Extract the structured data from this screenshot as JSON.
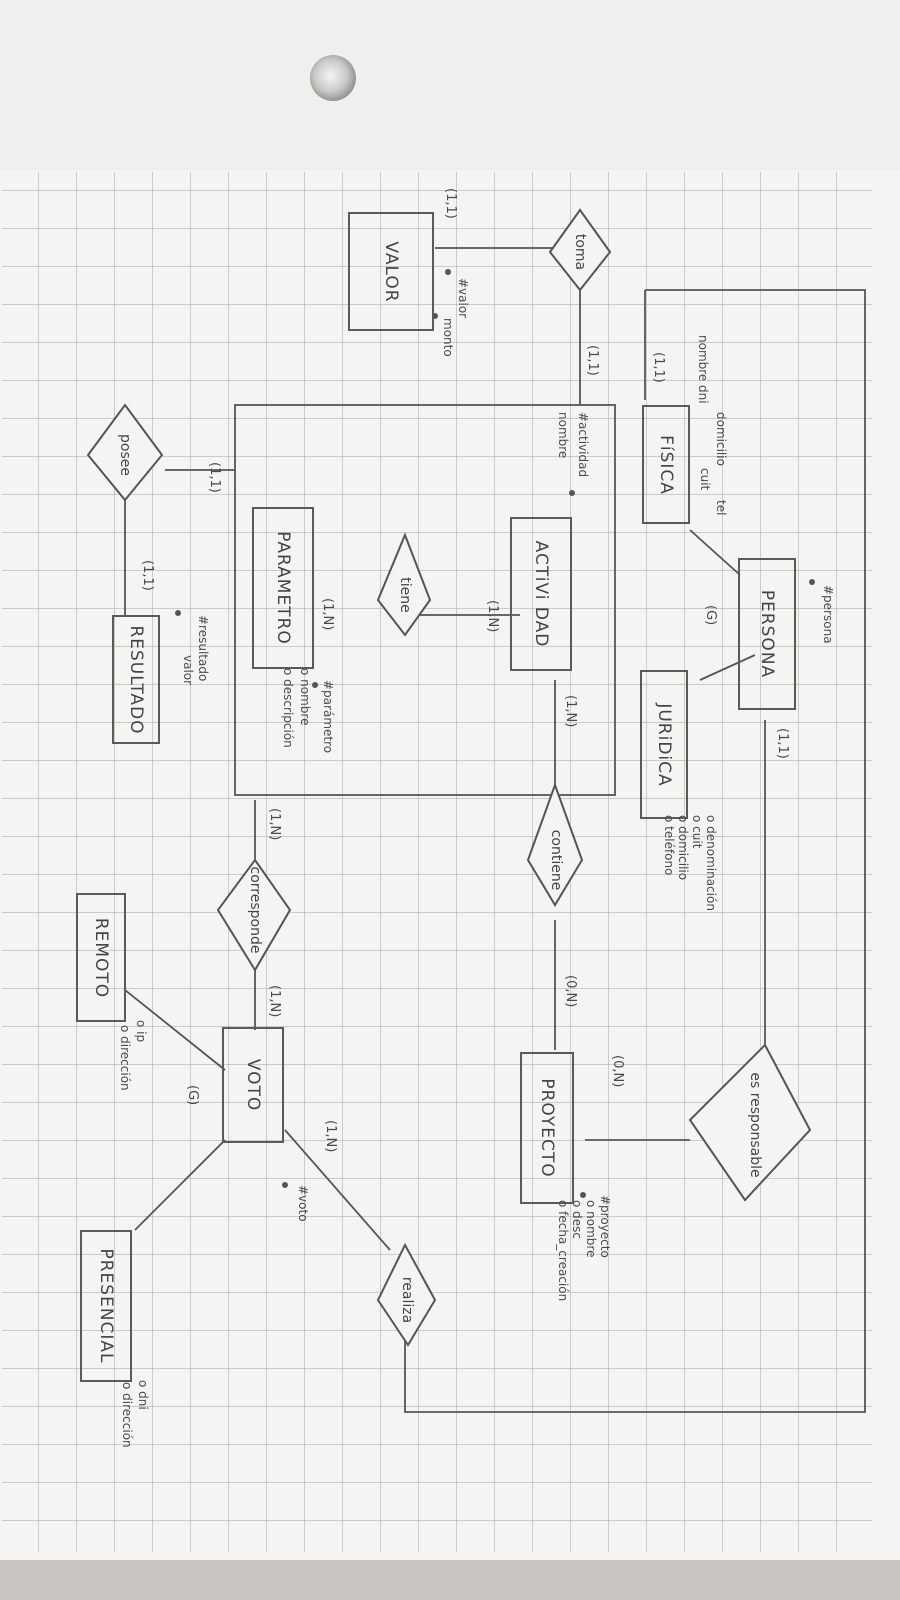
{
  "diagram": {
    "entities": {
      "persona": "PERSONA",
      "fisica": "FíSICA",
      "juridica": "JURiDiCA",
      "actividad": "ACTiVi DAD",
      "parametro": "PARAMETRO",
      "proyecto": "PROYECTO",
      "voto": "VOTO",
      "remoto": "REMOTO",
      "presencial": "PRESENCIAL",
      "valor": "VALOR",
      "resultado": "RESULTADO"
    },
    "relations": {
      "toma": "toma",
      "posee": "posee",
      "tiene": "tiene",
      "contiene": "contiene",
      "corresponde": "corresponde",
      "es_responsable": "es responsable",
      "realiza": "realiza"
    },
    "attributes": {
      "persona": [
        "#persona"
      ],
      "fisica": [
        "nombre",
        "dni",
        "domicilio",
        "cuit",
        "tel"
      ],
      "juridica": [
        "o denominación",
        "o cuit",
        "o domicilio",
        "o teléfono"
      ],
      "actividad": [
        "#actividad",
        "nombre"
      ],
      "parametro": [
        "#parámetro",
        "o nombre",
        "o descripción"
      ],
      "proyecto": [
        "#proyecto",
        "o nombre",
        "o desc",
        "o fecha_creación"
      ],
      "voto": [
        "#voto"
      ],
      "remoto": [
        "o ip",
        "o dirección"
      ],
      "presencial": [
        "o dni",
        "o dirección"
      ],
      "valor": [
        "#valor",
        "monto"
      ],
      "resultado": [
        "#resultado",
        "valor"
      ]
    },
    "cardinalities": {
      "valor_toma": "(1,1)",
      "toma_persona": "(1,1)",
      "toma_actividad": "(1,1)",
      "fisica": "(1,1)",
      "persona_generalization": "(G)",
      "actividad_tiene": "(1,N)",
      "parametro_tiene": "(1,N)",
      "actividad_contiene": "(1,N)",
      "proyecto_contiene": "(0,N)",
      "proyecto_responsable": "(0,N)",
      "persona_responsable": "(1,1)",
      "posee_parametro": "(1,1)",
      "posee_resultado": "(1,1)",
      "parametro_corresponde": "(1,N)",
      "voto_corresponde": "(1,N)",
      "voto_generalization": "(G)",
      "voto_realiza": "(1,N)"
    }
  }
}
